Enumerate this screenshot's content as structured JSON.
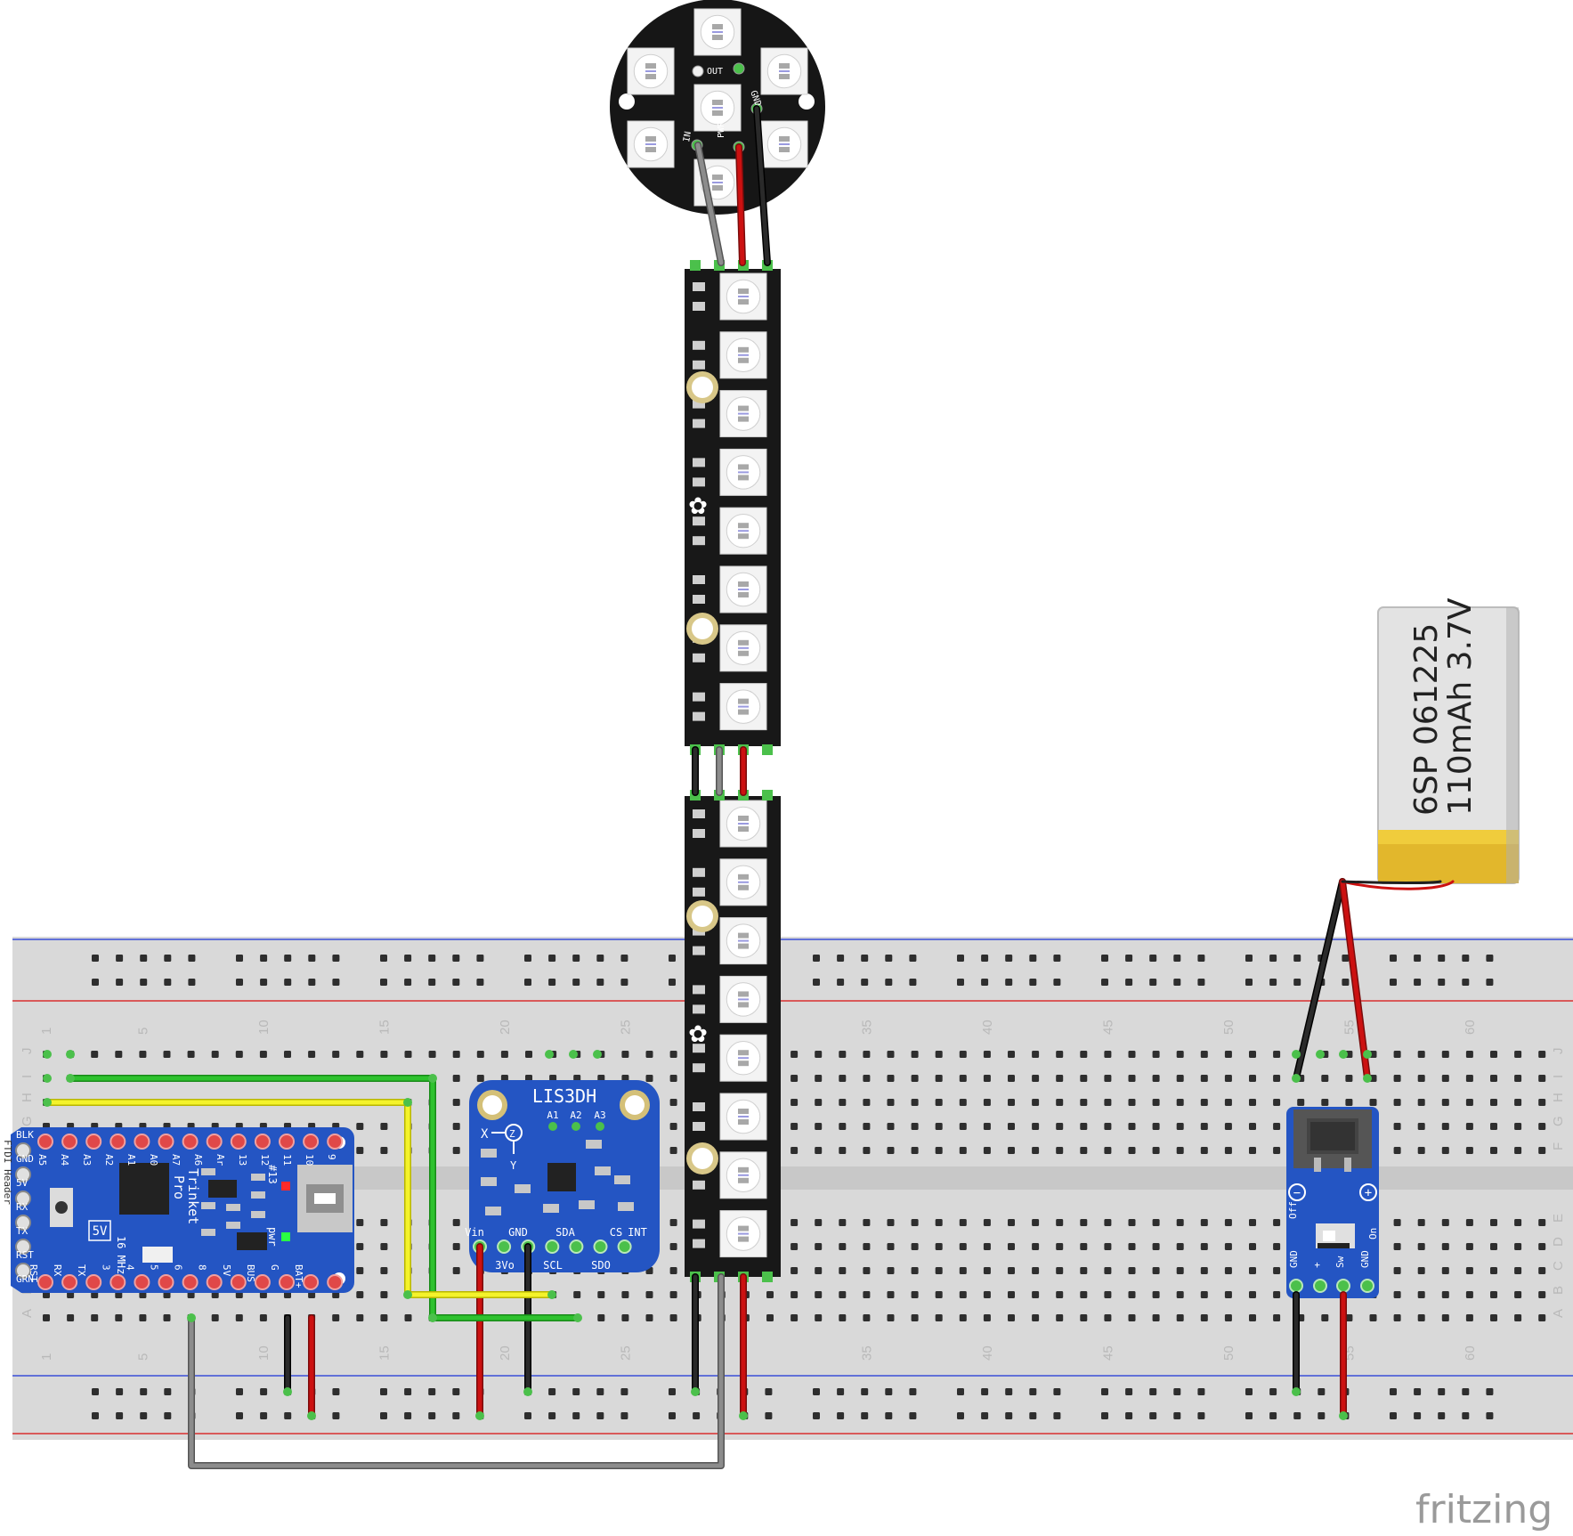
{
  "diagram": {
    "watermark": "fritzing",
    "colors": {
      "breadboard": "#d8d8d8",
      "board_blue": "#2455c3",
      "pcb_black": "#1a1a1a",
      "wire_red": "#cc1111",
      "wire_black": "#1f1f1f",
      "wire_gray": "#8c8c8c",
      "wire_green": "#2ea52e",
      "wire_yellow": "#f4f32b",
      "battery_band": "#e2b72c",
      "battery_body": "#e6e6e6",
      "pin_green": "#4bc04b",
      "pin_red": "#e04848"
    },
    "breadboard": {
      "column_numbers": [
        "1",
        "5",
        "10",
        "15",
        "20",
        "25",
        "35",
        "40",
        "45",
        "50",
        "55",
        "60"
      ],
      "row_letters_top": [
        "J",
        "I",
        "H",
        "G",
        "F"
      ],
      "row_letters_bottom": [
        "E",
        "D",
        "C",
        "B",
        "A"
      ]
    },
    "jewel": {
      "labels": [
        "OUT",
        "GND",
        "PWR",
        "IN"
      ]
    },
    "trinket": {
      "left_labels": [
        "BLK",
        "GND",
        "5V",
        "RX",
        "TX",
        "RST",
        "GRN"
      ],
      "side_label": "FTDI Header",
      "top_pins": [
        "A5",
        "A4",
        "A3",
        "A2",
        "A1",
        "A0",
        "A7",
        "A6",
        "Ar",
        "13",
        "12",
        "11",
        "10",
        "9"
      ],
      "bottom_pins": [
        "RST",
        "RX",
        "TX",
        "3",
        "4",
        "5",
        "6",
        "8",
        "5V",
        "BUS",
        "G",
        "BAT+"
      ],
      "chip_text": [
        "Pro",
        "Trinket"
      ],
      "mhz": "16 MHz",
      "led_labels": [
        "#13",
        "pwr"
      ],
      "voltage": "5V"
    },
    "lis3dh": {
      "title": "LIS3DH",
      "addr_labels": [
        "A1",
        "A2",
        "A3"
      ],
      "axes": [
        "X",
        "Z",
        "Y"
      ],
      "top_pins": [
        "Vin",
        "GND",
        "SDA",
        "CS",
        "INT"
      ],
      "bottom_pins": [
        "3Vo",
        "SCL",
        "SDO"
      ]
    },
    "battery": {
      "line1": "6SP 061225",
      "line2": "110mAh 3.7V"
    },
    "charger": {
      "pins": [
        "GND",
        "+",
        "Sw",
        "GND"
      ],
      "switch_labels": [
        "Off",
        "On"
      ],
      "polarity": [
        "−",
        "+"
      ]
    }
  }
}
